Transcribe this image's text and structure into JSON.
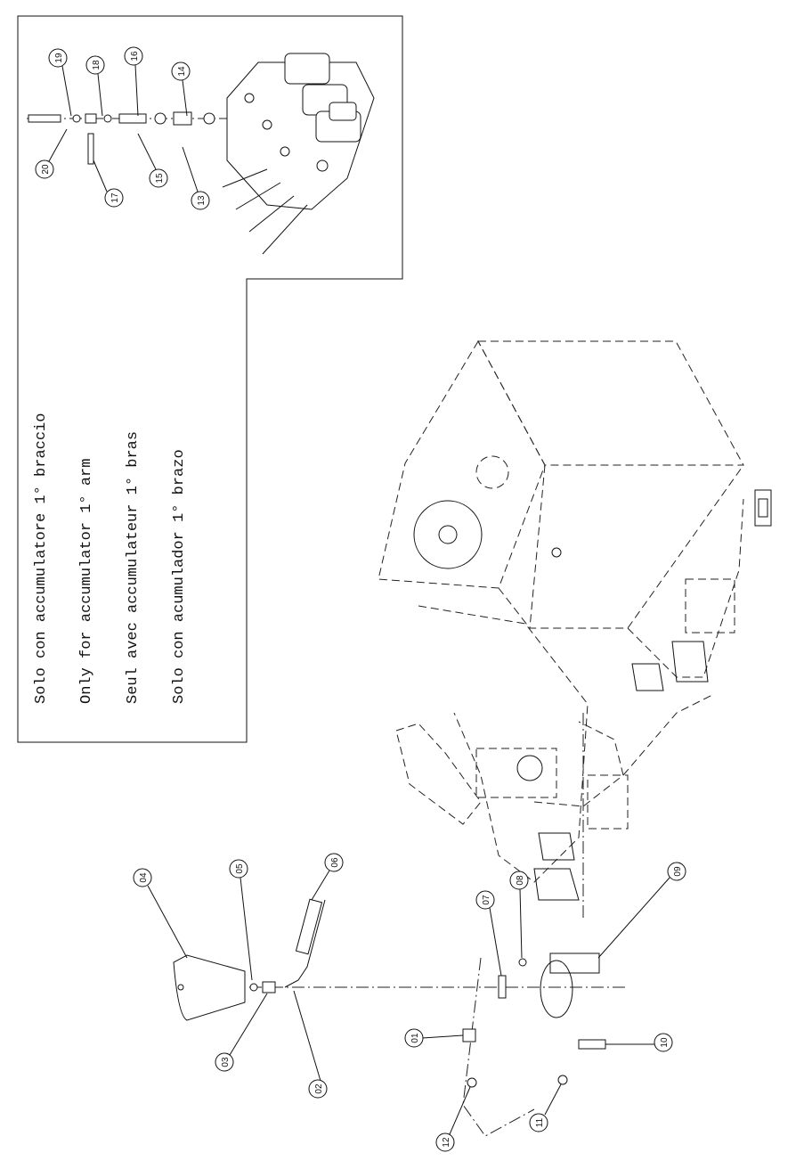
{
  "note_box": {
    "lines": [
      "Solo con accumulatore 1° braccio",
      "Only for accumulator 1° arm",
      "Seul avec accumulateur 1° bras",
      "Solo con acumulador 1° brazo"
    ]
  },
  "callouts": {
    "c19": "19",
    "c18": "18",
    "c16": "16",
    "c14": "14",
    "c20": "20",
    "c17": "17",
    "c15": "15",
    "c13": "13",
    "c04": "04",
    "c05": "05",
    "c06": "06",
    "c07": "07",
    "c08": "08",
    "c09": "09",
    "c01": "01",
    "c12": "12",
    "c03": "03",
    "c02": "02",
    "c11": "11",
    "c10": "10"
  }
}
